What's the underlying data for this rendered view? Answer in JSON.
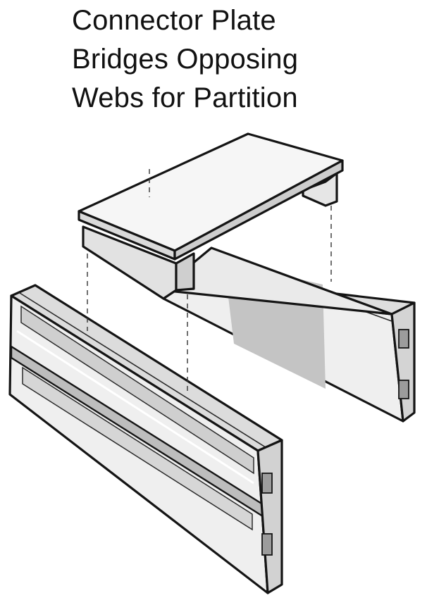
{
  "title_lines": [
    "Connector Plate",
    "Bridges Opposing",
    "Webs for Partition"
  ],
  "colors": {
    "ink": "#141414",
    "face_light": "#f4f4f4",
    "face_mid": "#e4e4e4",
    "face_dark": "#c9c9c9",
    "shadow": "#a8a8a8"
  }
}
